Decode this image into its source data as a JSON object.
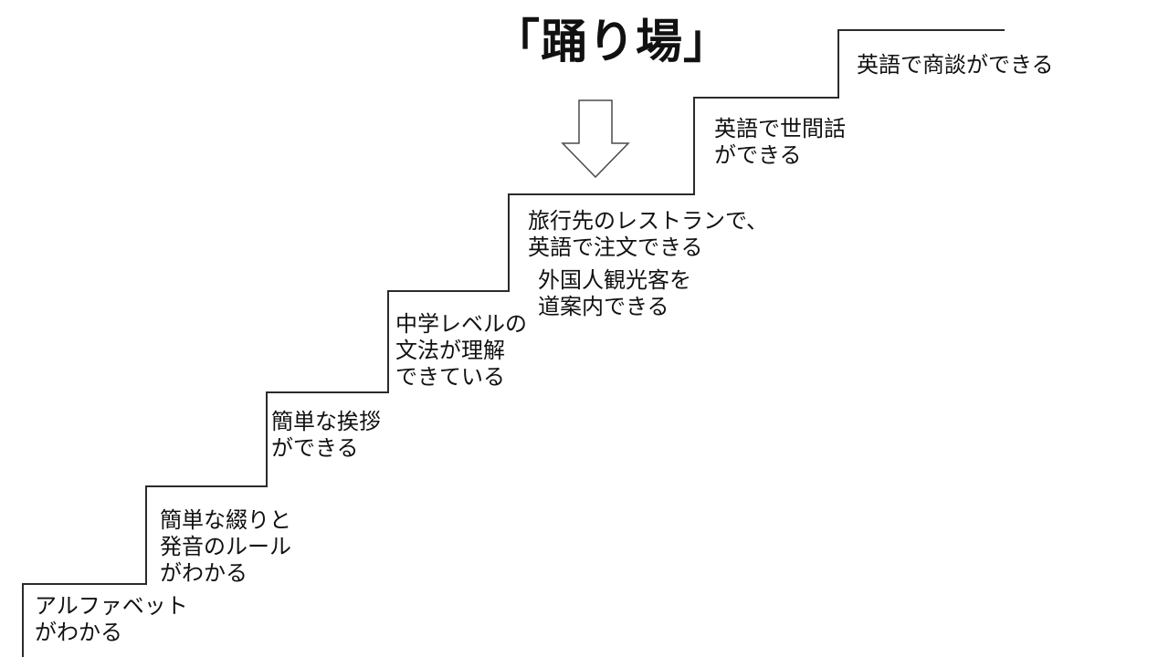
{
  "slide": {
    "title": "「踊り場」",
    "steps": [
      {
        "label": "アルファベット\nがわかる"
      },
      {
        "label": "簡単な綴りと\n発音のルール\nがわかる"
      },
      {
        "label": "簡単な挨拶\nができる"
      },
      {
        "label": "中学レベルの\n文法が理解\nできている"
      },
      {
        "label": "旅行先のレストランで、\n英語で注文できる"
      },
      {
        "label": "外国人観光客を\n道案内できる"
      },
      {
        "label": "英語で世間話\nができる"
      },
      {
        "label": "英語で商談ができる"
      }
    ],
    "icons": {
      "down_arrow": "down-arrow-icon"
    },
    "colors": {
      "background": "#ffffff",
      "stair_line": "#2b2b2b",
      "arrow_outline": "#4a4a4a",
      "text": "#111111"
    }
  }
}
